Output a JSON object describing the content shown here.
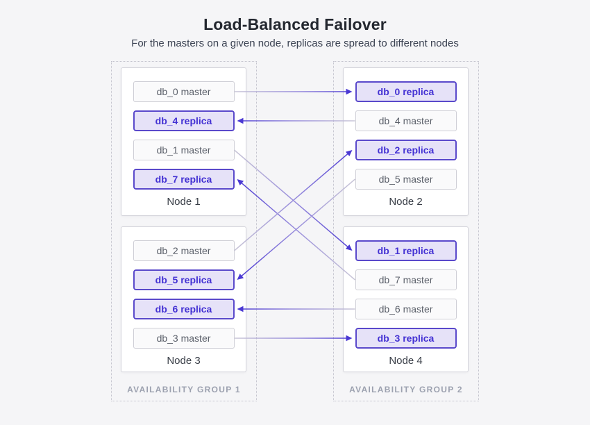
{
  "header": {
    "title": "Load-Balanced Failover",
    "subtitle": "For the masters on a given node, replicas are spread to different nodes"
  },
  "groups": [
    {
      "label": "AVAILABILITY GROUP 1"
    },
    {
      "label": "AVAILABILITY GROUP 2"
    }
  ],
  "nodes": [
    {
      "name": "Node 1",
      "slots": [
        {
          "label": "db_0 master",
          "type": "master"
        },
        {
          "label": "db_4 replica",
          "type": "replica"
        },
        {
          "label": "db_1 master",
          "type": "master"
        },
        {
          "label": "db_7 replica",
          "type": "replica"
        }
      ]
    },
    {
      "name": "Node 2",
      "slots": [
        {
          "label": "db_0 replica",
          "type": "replica"
        },
        {
          "label": "db_4 master",
          "type": "master"
        },
        {
          "label": "db_2 replica",
          "type": "replica"
        },
        {
          "label": "db_5 master",
          "type": "master"
        }
      ]
    },
    {
      "name": "Node 3",
      "slots": [
        {
          "label": "db_2 master",
          "type": "master"
        },
        {
          "label": "db_5 replica",
          "type": "replica"
        },
        {
          "label": "db_6 replica",
          "type": "replica"
        },
        {
          "label": "db_3 master",
          "type": "master"
        }
      ]
    },
    {
      "name": "Node 4",
      "slots": [
        {
          "label": "db_1 replica",
          "type": "replica"
        },
        {
          "label": "db_7 master",
          "type": "master"
        },
        {
          "label": "db_6 master",
          "type": "master"
        },
        {
          "label": "db_3 replica",
          "type": "replica"
        }
      ]
    }
  ],
  "connections": [
    {
      "db": "db_0",
      "from": [
        0,
        0
      ],
      "to": [
        1,
        0
      ]
    },
    {
      "db": "db_4",
      "from": [
        1,
        1
      ],
      "to": [
        0,
        1
      ]
    },
    {
      "db": "db_1",
      "from": [
        0,
        2
      ],
      "to": [
        3,
        0
      ]
    },
    {
      "db": "db_7",
      "from": [
        3,
        1
      ],
      "to": [
        0,
        3
      ]
    },
    {
      "db": "db_2",
      "from": [
        2,
        0
      ],
      "to": [
        1,
        2
      ]
    },
    {
      "db": "db_5",
      "from": [
        1,
        3
      ],
      "to": [
        2,
        1
      ]
    },
    {
      "db": "db_6",
      "from": [
        3,
        2
      ],
      "to": [
        2,
        2
      ]
    },
    {
      "db": "db_3",
      "from": [
        2,
        3
      ],
      "to": [
        3,
        3
      ]
    }
  ],
  "colors": {
    "arrow_gray": "#c9c6d7",
    "arrow_mid": "#9488dc",
    "arrow_purple": "#4b39d3",
    "replica_border": "#5a49cb",
    "replica_bg": "#e6e2f8",
    "replica_text": "#4331d3",
    "master_border": "#cfcfd6",
    "master_bg": "#fafafb",
    "master_text": "#5a5f69",
    "background": "#f5f5f7"
  }
}
